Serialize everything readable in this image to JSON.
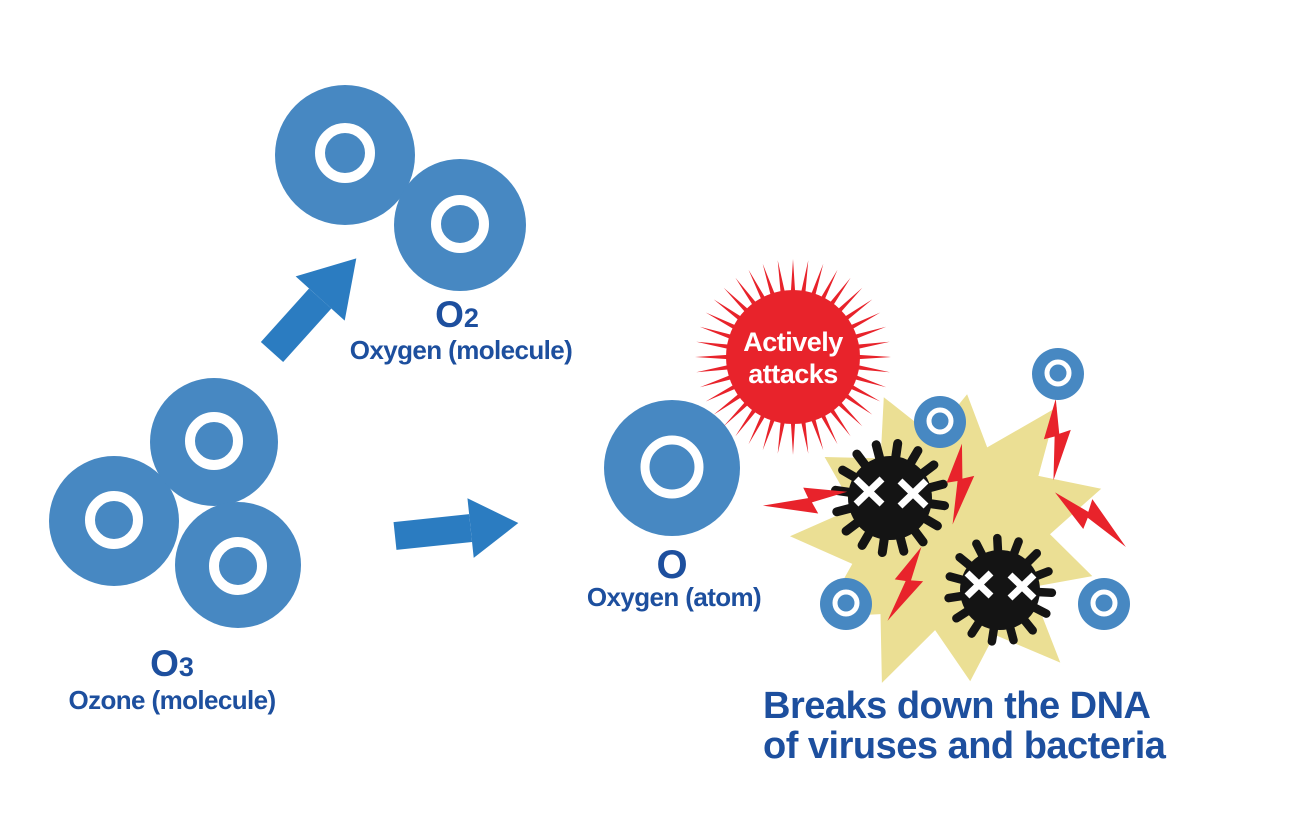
{
  "colors": {
    "molecule_blue": "#4788C2",
    "arrow_blue": "#2B7CC1",
    "label_blue": "#1D4F9E",
    "attack_red": "#E8232B",
    "blob_yellow": "#EBDF94",
    "virus_black": "#141414"
  },
  "ozone": {
    "formula": "O",
    "subscript": "3",
    "label": "Ozone (molecule)"
  },
  "oxygen_molecule": {
    "formula": "O",
    "subscript": "2",
    "label": "Oxygen (molecule)"
  },
  "oxygen_atom": {
    "formula": "O",
    "label": "Oxygen (atom)"
  },
  "attack_badge": {
    "line1": "Actively",
    "line2": "attacks"
  },
  "caption": {
    "line1": "Breaks down the DNA",
    "line2": "of viruses and bacteria"
  }
}
